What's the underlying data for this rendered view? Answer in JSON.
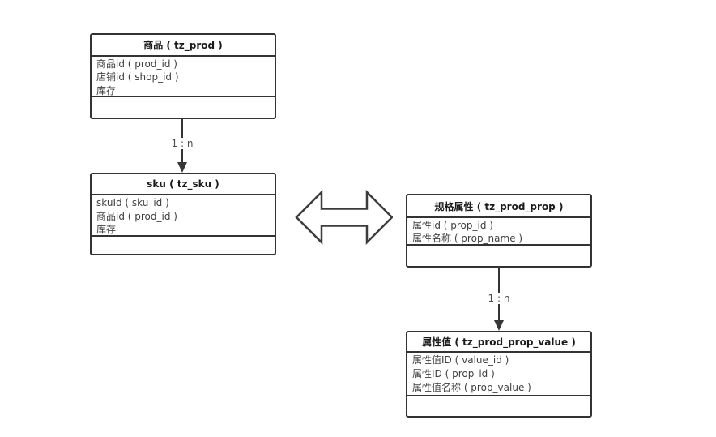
{
  "diagram": {
    "entities": {
      "prod": {
        "title": "商品 ( tz_prod )",
        "attributes": [
          "商品id ( prod_id )",
          "店铺id ( shop_id )",
          "库存"
        ]
      },
      "sku": {
        "title": "sku ( tz_sku )",
        "attributes": [
          "skuId ( sku_id )",
          "商品id ( prod_id )",
          "库存"
        ]
      },
      "prop": {
        "title": "规格属性 ( tz_prod_prop )",
        "attributes": [
          "属性id ( prop_id )",
          "属性名称 ( prop_name )"
        ]
      },
      "prop_value": {
        "title": "属性值 ( tz_prod_prop_value )",
        "attributes": [
          "属性值ID ( value_id )",
          "属性ID ( prop_id )",
          "属性值名称 ( prop_value )"
        ]
      }
    },
    "connectors": {
      "prod_to_sku": {
        "label": "1 : n"
      },
      "prop_to_value": {
        "label": "1 : n"
      }
    },
    "icons": {
      "relation_arrow": "horizontal-double-headed-arrow",
      "connector_arrowhead": "solid-down-triangle"
    },
    "colors": {
      "background": "#ffffff",
      "border": "#333333",
      "title_text": "#1a1a1a",
      "attribute_text": "#3f3f3f",
      "label_text": "#4d4d4d",
      "arrowhead": "#363636"
    }
  }
}
